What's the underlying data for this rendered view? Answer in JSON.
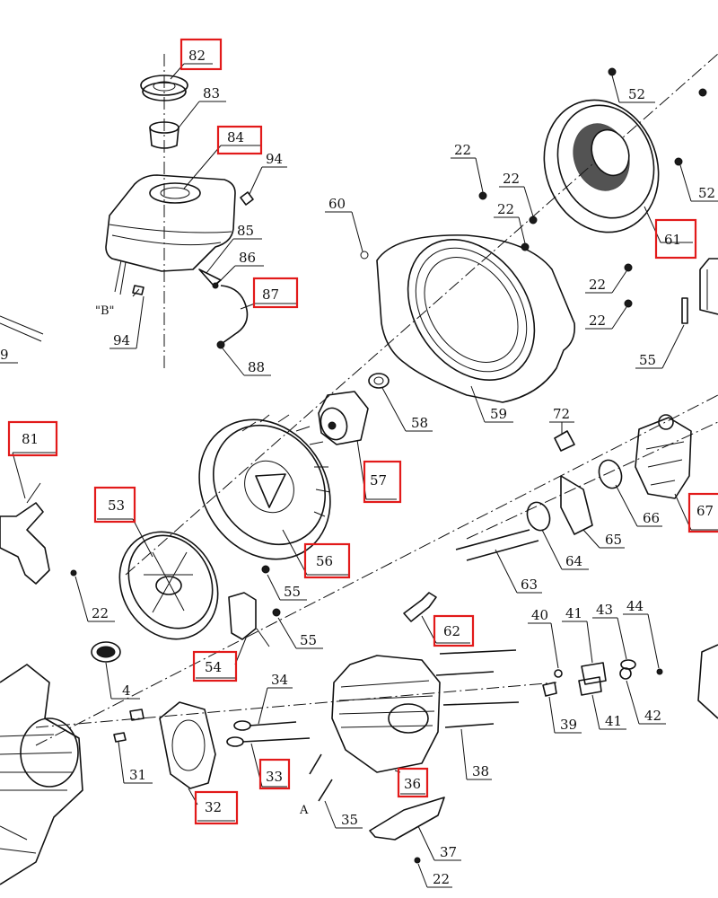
{
  "diagram": {
    "highlight_color": "#e21a1a",
    "line_color": "#111111",
    "callouts": {
      "c82": "82",
      "c83": "83",
      "c84": "84",
      "c94a": "94",
      "c85": "85",
      "c86": "86",
      "c87": "87",
      "c94b": "94",
      "c88": "88",
      "c60": "60",
      "c22a": "22",
      "c22b": "22",
      "c22c": "22",
      "c52a": "52",
      "c52b": "52",
      "c61": "61",
      "c22d": "22",
      "c22e": "22",
      "c55a": "55",
      "c59": "59",
      "c58": "58",
      "c72": "72",
      "c57": "57",
      "c81": "81",
      "c53": "53",
      "c56": "56",
      "c67": "67",
      "c66": "66",
      "c65": "65",
      "c64": "64",
      "c63": "63",
      "c22f": "22",
      "c55b": "55",
      "c55c": "55",
      "c62": "62",
      "c54": "54",
      "c4": "4",
      "c40": "40",
      "c41a": "41",
      "c43": "43",
      "c44": "44",
      "c39": "39",
      "c41b": "41",
      "c42": "42",
      "c34": "34",
      "c31": "31",
      "c32": "32",
      "c33": "33",
      "c36": "36",
      "c38": "38",
      "c35": "35",
      "c37": "37",
      "c22g": "22",
      "c9": "9"
    },
    "labels": {
      "label_b": "\"B\"",
      "label_a": "A"
    }
  }
}
